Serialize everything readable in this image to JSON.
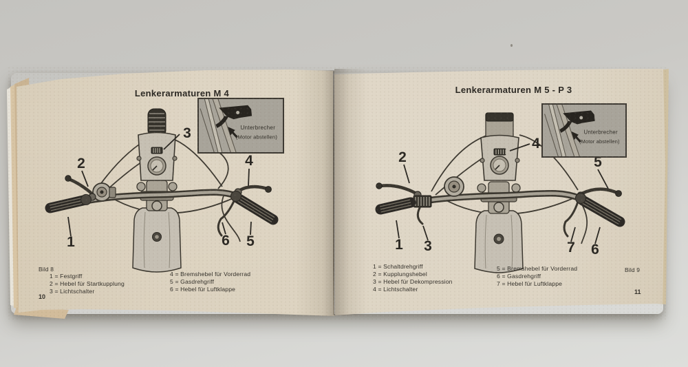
{
  "colors": {
    "background": "#cbcac6",
    "paper": "#dcd2bf",
    "ink": "#2b2823",
    "inset_background": "#a8a49a"
  },
  "left_page": {
    "title": "Lenkerarmaturen M 4",
    "figure_label": "Bild 8",
    "page_number": "10",
    "inset": {
      "line1": "Unterbrecher",
      "line2": "(Motor abstellen)"
    },
    "callouts": [
      "1",
      "2",
      "3",
      "4",
      "5",
      "6"
    ],
    "legend_col1": [
      "1 = Festgriff",
      "2 = Hebel für Startkupplung",
      "3 = Lichtschalter"
    ],
    "legend_col2": [
      "4 = Bremshebel für Vorderrad",
      "5 = Gasdrehgriff",
      "6 = Hebel für Luftklappe"
    ]
  },
  "right_page": {
    "title": "Lenkerarmaturen M 5  -  P 3",
    "figure_label": "Bild 9",
    "page_number": "11",
    "inset": {
      "line1": "Unterbrecher",
      "line2": "(Motor abstellen)"
    },
    "callouts": [
      "1",
      "2",
      "3",
      "4",
      "5",
      "6",
      "7"
    ],
    "legend_col1": [
      "1 = Schaltdrehgriff",
      "2 = Kupplungshebel",
      "3 = Hebel für Dekompression",
      "4 = Lichtschalter"
    ],
    "legend_col2": [
      "5 = Bremshebel für Vorderrad",
      "6 = Gasdrehgriff",
      "7 = Hebel für Luftklappe"
    ]
  }
}
